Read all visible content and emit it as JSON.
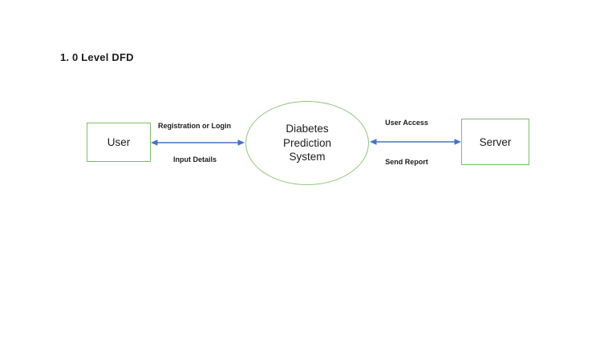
{
  "title": "1. 0 Level DFD",
  "colors": {
    "node_border_green": "#7dbd62",
    "ellipse_border_green": "#8fc77a",
    "arrow_blue": "#4472c4",
    "text": "#1c1c1c",
    "background": "#ffffff"
  },
  "nodes": {
    "user": {
      "label": "User",
      "shape": "rect"
    },
    "process": {
      "shape": "ellipse",
      "lines": [
        "Diabetes",
        "Prediction",
        "System"
      ]
    },
    "server": {
      "label": "Server",
      "shape": "rect"
    }
  },
  "flows": {
    "registration": "Registration or Login",
    "input": "Input Details",
    "access": "User Access",
    "report": "Send Report"
  }
}
